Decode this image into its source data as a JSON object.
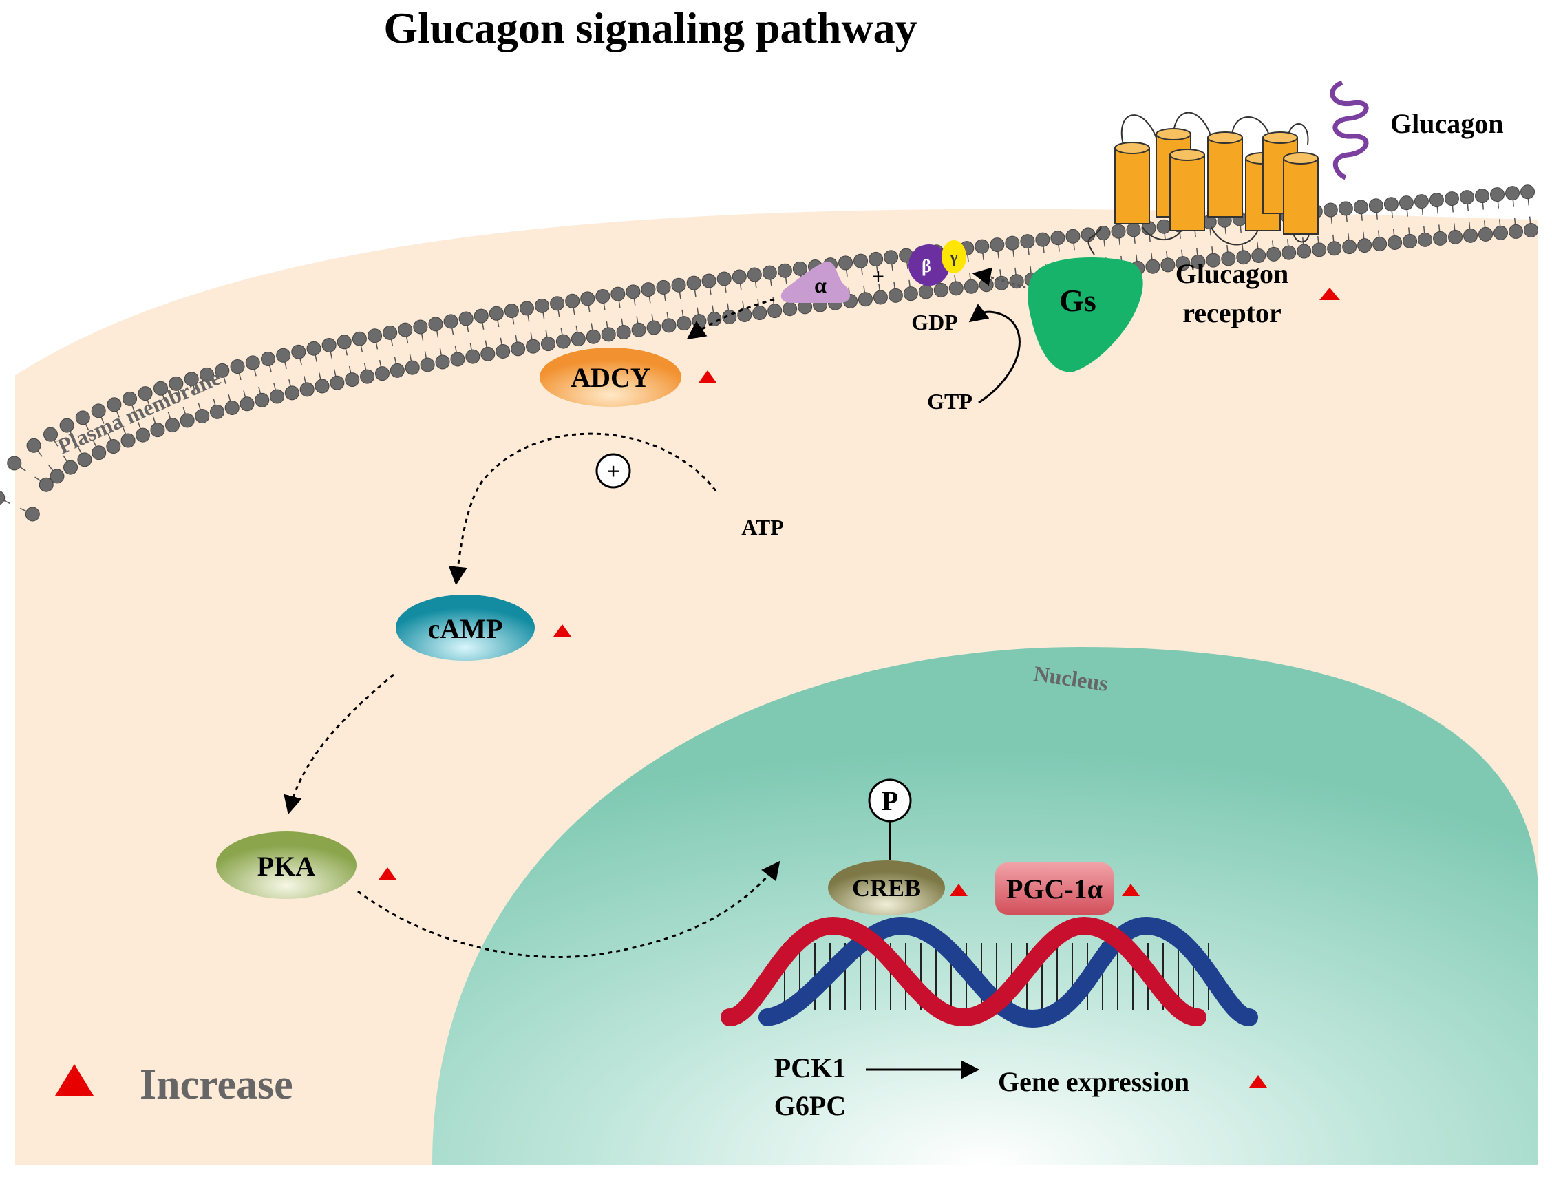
{
  "title": "Glucagon signaling pathway",
  "labels": {
    "plasma_membrane": "Plasma membrane",
    "nucleus": "Nucleus",
    "glucagon": "Glucagon",
    "glucagon_receptor_line1": "Glucagon",
    "glucagon_receptor_line2": "receptor",
    "gs": "Gs",
    "alpha": "α",
    "beta": "β",
    "gamma": "γ",
    "plus": "+",
    "gdp": "GDP",
    "gtp": "GTP",
    "adcy": "ADCY",
    "atp": "ATP",
    "camp": "cAMP",
    "pka": "PKA",
    "p": "P",
    "creb": "CREB",
    "pgc1a": "PGC-1α",
    "pck1": "PCK1",
    "g6pc": "G6PC",
    "gene_expression": "Gene expression",
    "legend_increase": "Increase",
    "plus_circle": "+"
  },
  "colors": {
    "cytoplasm": "#fdebd8",
    "nucleus": "#7fc9b3",
    "membrane_head": "#6b6b6b",
    "receptor": "#f5a623",
    "gs": "#18b36b",
    "adcy": "#f2912f",
    "camp": "#1a9bb0",
    "pka": "#9bb35c",
    "creb": "#8b8653",
    "pgc1a": "#d85a64",
    "increase_marker": "#e60000",
    "dna_red": "#c8102e",
    "dna_blue": "#1f3f8f"
  },
  "icons": {
    "increase": "red-triangle-up"
  }
}
